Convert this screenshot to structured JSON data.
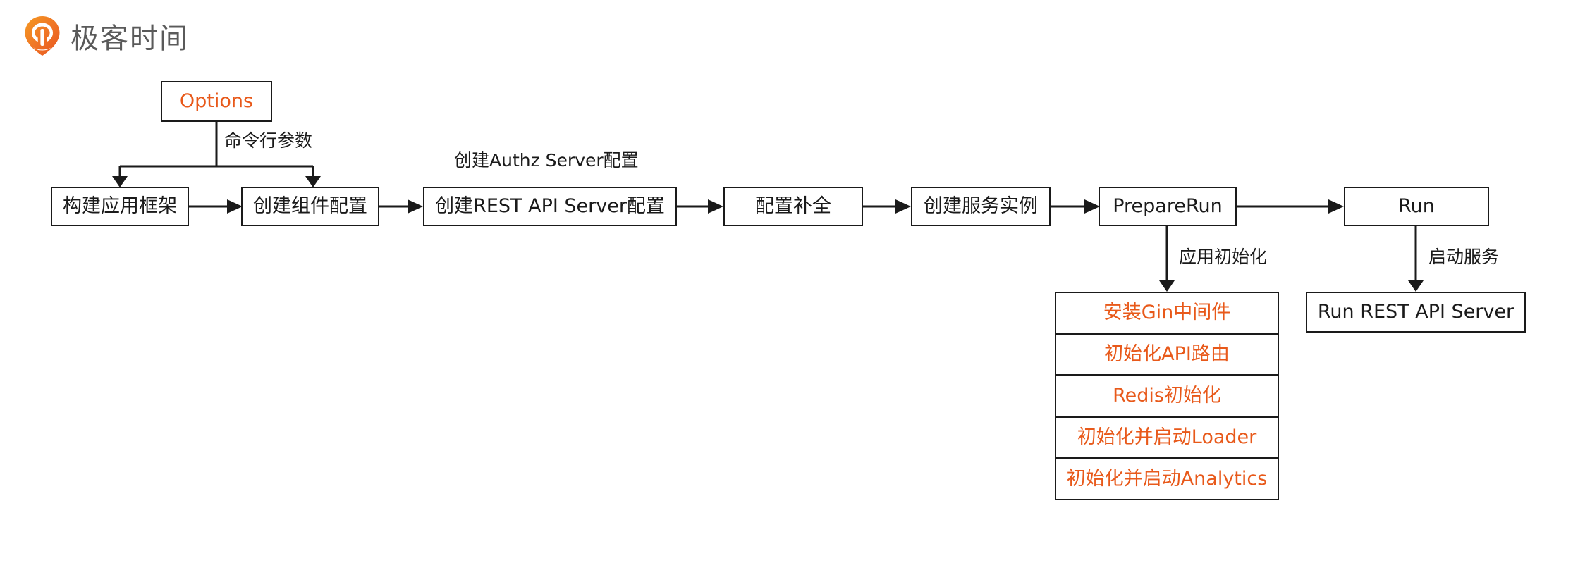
{
  "brand": {
    "name": "极客时间",
    "logo_icon": "geektime-pin-logo-icon",
    "logo_color": "#ef7326"
  },
  "diagram": {
    "type": "flowchart",
    "accent_color": "#e8591a",
    "line_color": "#1a1a1a",
    "options_node": {
      "label": "Options",
      "style": "accent"
    },
    "main_flow": [
      {
        "label": "构建应用框架",
        "style": "plain"
      },
      {
        "label": "创建组件配置",
        "style": "plain"
      },
      {
        "label": "创建REST API Server配置",
        "style": "plain"
      },
      {
        "label": "配置补全",
        "style": "plain"
      },
      {
        "label": "创建服务实例",
        "style": "plain"
      },
      {
        "label": "PrepareRun",
        "style": "plain"
      },
      {
        "label": "Run",
        "style": "plain"
      }
    ],
    "edge_labels": {
      "options_to_flow": "命令行参数",
      "authz_server": "创建Authz Server配置",
      "app_init": "应用初始化",
      "start_service": "启动服务"
    },
    "prepare_run_children": [
      {
        "label": "安装Gin中间件",
        "style": "accent"
      },
      {
        "label": "初始化API路由",
        "style": "accent"
      },
      {
        "label": "Redis初始化",
        "style": "accent"
      },
      {
        "label": "初始化并启动Loader",
        "style": "accent"
      },
      {
        "label": "初始化并启动Analytics",
        "style": "accent"
      }
    ],
    "run_child": {
      "label": "Run REST API Server",
      "style": "plain"
    }
  }
}
